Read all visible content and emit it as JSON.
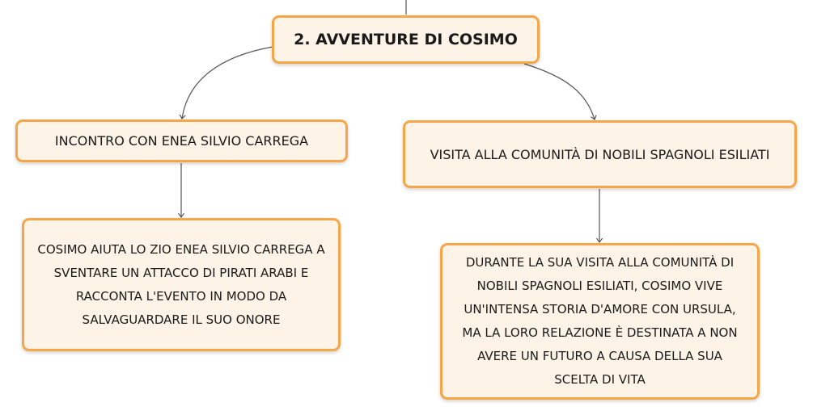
{
  "map": {
    "root": {
      "label": "2. AVVENTURE DI COSIMO"
    },
    "left_topic": {
      "label": "INCONTRO CON ENEA SILVIO CARREGA"
    },
    "left_detail": {
      "text": "COSIMO AIUTA LO ZIO ENEA SILVIO CARREGA A SVENTARE UN ATTACCO DI PIRATI ARABI E RACCONTA L'EVENTO IN MODO DA SALVAGUARDARE IL SUO ONORE"
    },
    "right_topic": {
      "label": "VISITA ALLA COMUNITÀ DI NOBILI SPAGNOLI ESILIATI"
    },
    "right_detail": {
      "text": "DURANTE LA SUA VISITA ALLA COMUNITÀ DI NOBILI SPAGNOLI ESILIATI, COSIMO VIVE UN'INTENSA STORIA D'AMORE CON URSULA, MA LA LORO RELAZIONE È DESTINATA A NON AVERE UN FUTURO A CAUSA DELLA SUA SCELTA DI VITA"
    }
  },
  "colors": {
    "node_border": "#f5a649",
    "node_fill": "#fdf3e6",
    "connector": "#555555"
  }
}
